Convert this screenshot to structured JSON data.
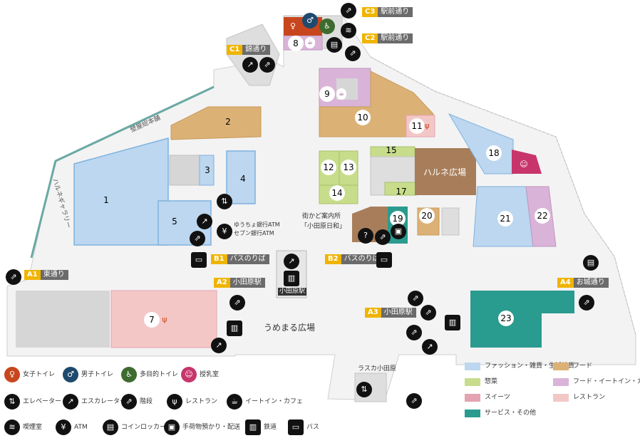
{
  "colors": {
    "fashion": "#bcd7ef",
    "fashion_edge": "#7fb2df",
    "sozai": "#c8dd8c",
    "sweets": "#e3a3b0",
    "service": "#2a9b8f",
    "food": "#dcb176",
    "food_eatin": "#d9b4d8",
    "restaurant": "#f4c7c7",
    "gray": "#d6d6d6",
    "plaza": "#a87e5a",
    "road": "#f3f3f3",
    "teal_line": "#6aa9a3",
    "badge_code": "#f0b400",
    "badge_name": "#6b6b6b"
  },
  "shops": [
    "1",
    "2",
    "3",
    "4",
    "5",
    "7",
    "8",
    "9",
    "10",
    "11",
    "12",
    "13",
    "14",
    "15",
    "17",
    "18",
    "19",
    "20",
    "21",
    "22",
    "23"
  ],
  "places": {
    "harune_plaza": "ハルネ広場",
    "umemaru_plaza": "うめまる広場",
    "harune_gallery": "ハルネギャラリー",
    "hekigo": "壁屋総本舗",
    "lasca": "ラスカ小田原",
    "odawara_station": "小田原駅",
    "info_line1": "街かど案内所",
    "info_line2": "「小田原日和」",
    "atm_line1": "ゆうちょ銀行ATM",
    "atm_line2": "セブン銀行ATM"
  },
  "exits": {
    "c3": {
      "code": "C3",
      "name": "駅前通り"
    },
    "c2": {
      "code": "C2",
      "name": "駅前通り"
    },
    "c1": {
      "code": "C1",
      "name": "錦通り"
    },
    "a1": {
      "code": "A1",
      "name": "東通り"
    },
    "a2": {
      "code": "A2",
      "name": "小田原駅"
    },
    "a3": {
      "code": "A3",
      "name": "小田原駅"
    },
    "a4": {
      "code": "A4",
      "name": "お城通り"
    },
    "b1": {
      "code": "B1",
      "name": "バスのりば"
    },
    "b2": {
      "code": "B2",
      "name": "バスのりば"
    }
  },
  "legend_categories": [
    {
      "label": "ファッション・雑貨・生活雑貨",
      "color_key": "fashion"
    },
    {
      "label": "惣菜",
      "color_key": "sozai"
    },
    {
      "label": "スイーツ",
      "color_key": "sweets"
    },
    {
      "label": "サービス・その他",
      "color_key": "service"
    },
    {
      "label": "フード",
      "color_key": "food"
    },
    {
      "label": "フード・イートイン・カフェ",
      "color_key": "food_eatin"
    },
    {
      "label": "レストラン",
      "color_key": "restaurant"
    }
  ],
  "legend_icons": [
    {
      "label": "女子トイレ",
      "icon": "womens-toilet-icon"
    },
    {
      "label": "男子トイレ",
      "icon": "mens-toilet-icon"
    },
    {
      "label": "多目的トイレ",
      "icon": "accessible-toilet-icon"
    },
    {
      "label": "授乳室",
      "icon": "nursing-room-icon"
    },
    {
      "label": "エレベーター",
      "icon": "elevator-icon"
    },
    {
      "label": "エスカレーター",
      "icon": "escalator-icon"
    },
    {
      "label": "階段",
      "icon": "stairs-icon"
    },
    {
      "label": "レストラン",
      "icon": "restaurant-icon"
    },
    {
      "label": "イートイン・カフェ",
      "icon": "eat-in-cafe-icon"
    },
    {
      "label": "喫煙室",
      "icon": "smoking-room-icon"
    },
    {
      "label": "ATM",
      "icon": "atm-icon"
    },
    {
      "label": "コインロッカー",
      "icon": "coin-locker-icon"
    },
    {
      "label": "手荷物預かり・配送",
      "icon": "luggage-icon"
    },
    {
      "label": "鉄道",
      "icon": "railway-icon"
    },
    {
      "label": "バス",
      "icon": "bus-icon"
    }
  ]
}
